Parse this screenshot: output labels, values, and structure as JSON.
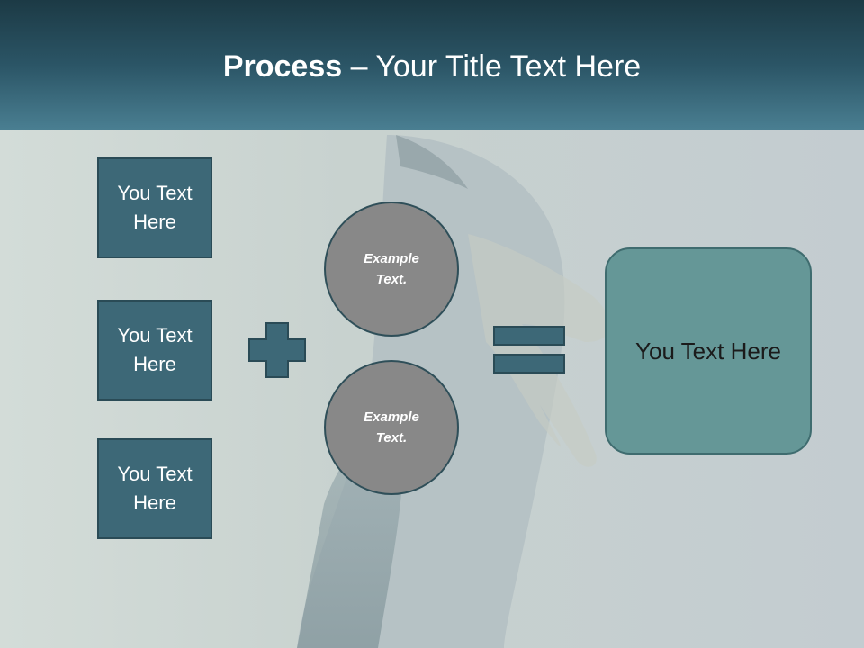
{
  "header": {
    "title_bold": "Process",
    "title_rest": " – Your Title Text Here"
  },
  "left_boxes": [
    {
      "label": "You Text Here"
    },
    {
      "label": "You Text Here"
    },
    {
      "label": "You Text Here"
    }
  ],
  "circles": [
    {
      "label": "Example Text."
    },
    {
      "label": "Example Text."
    }
  ],
  "result": {
    "label": "You Text Here"
  },
  "colors": {
    "header_dark": "#1c3a45",
    "header_light": "#4a7f92",
    "box_fill": "#3d6877",
    "circle_fill": "#888888",
    "result_fill": "#659797",
    "symbol_fill": "#3d6877"
  }
}
